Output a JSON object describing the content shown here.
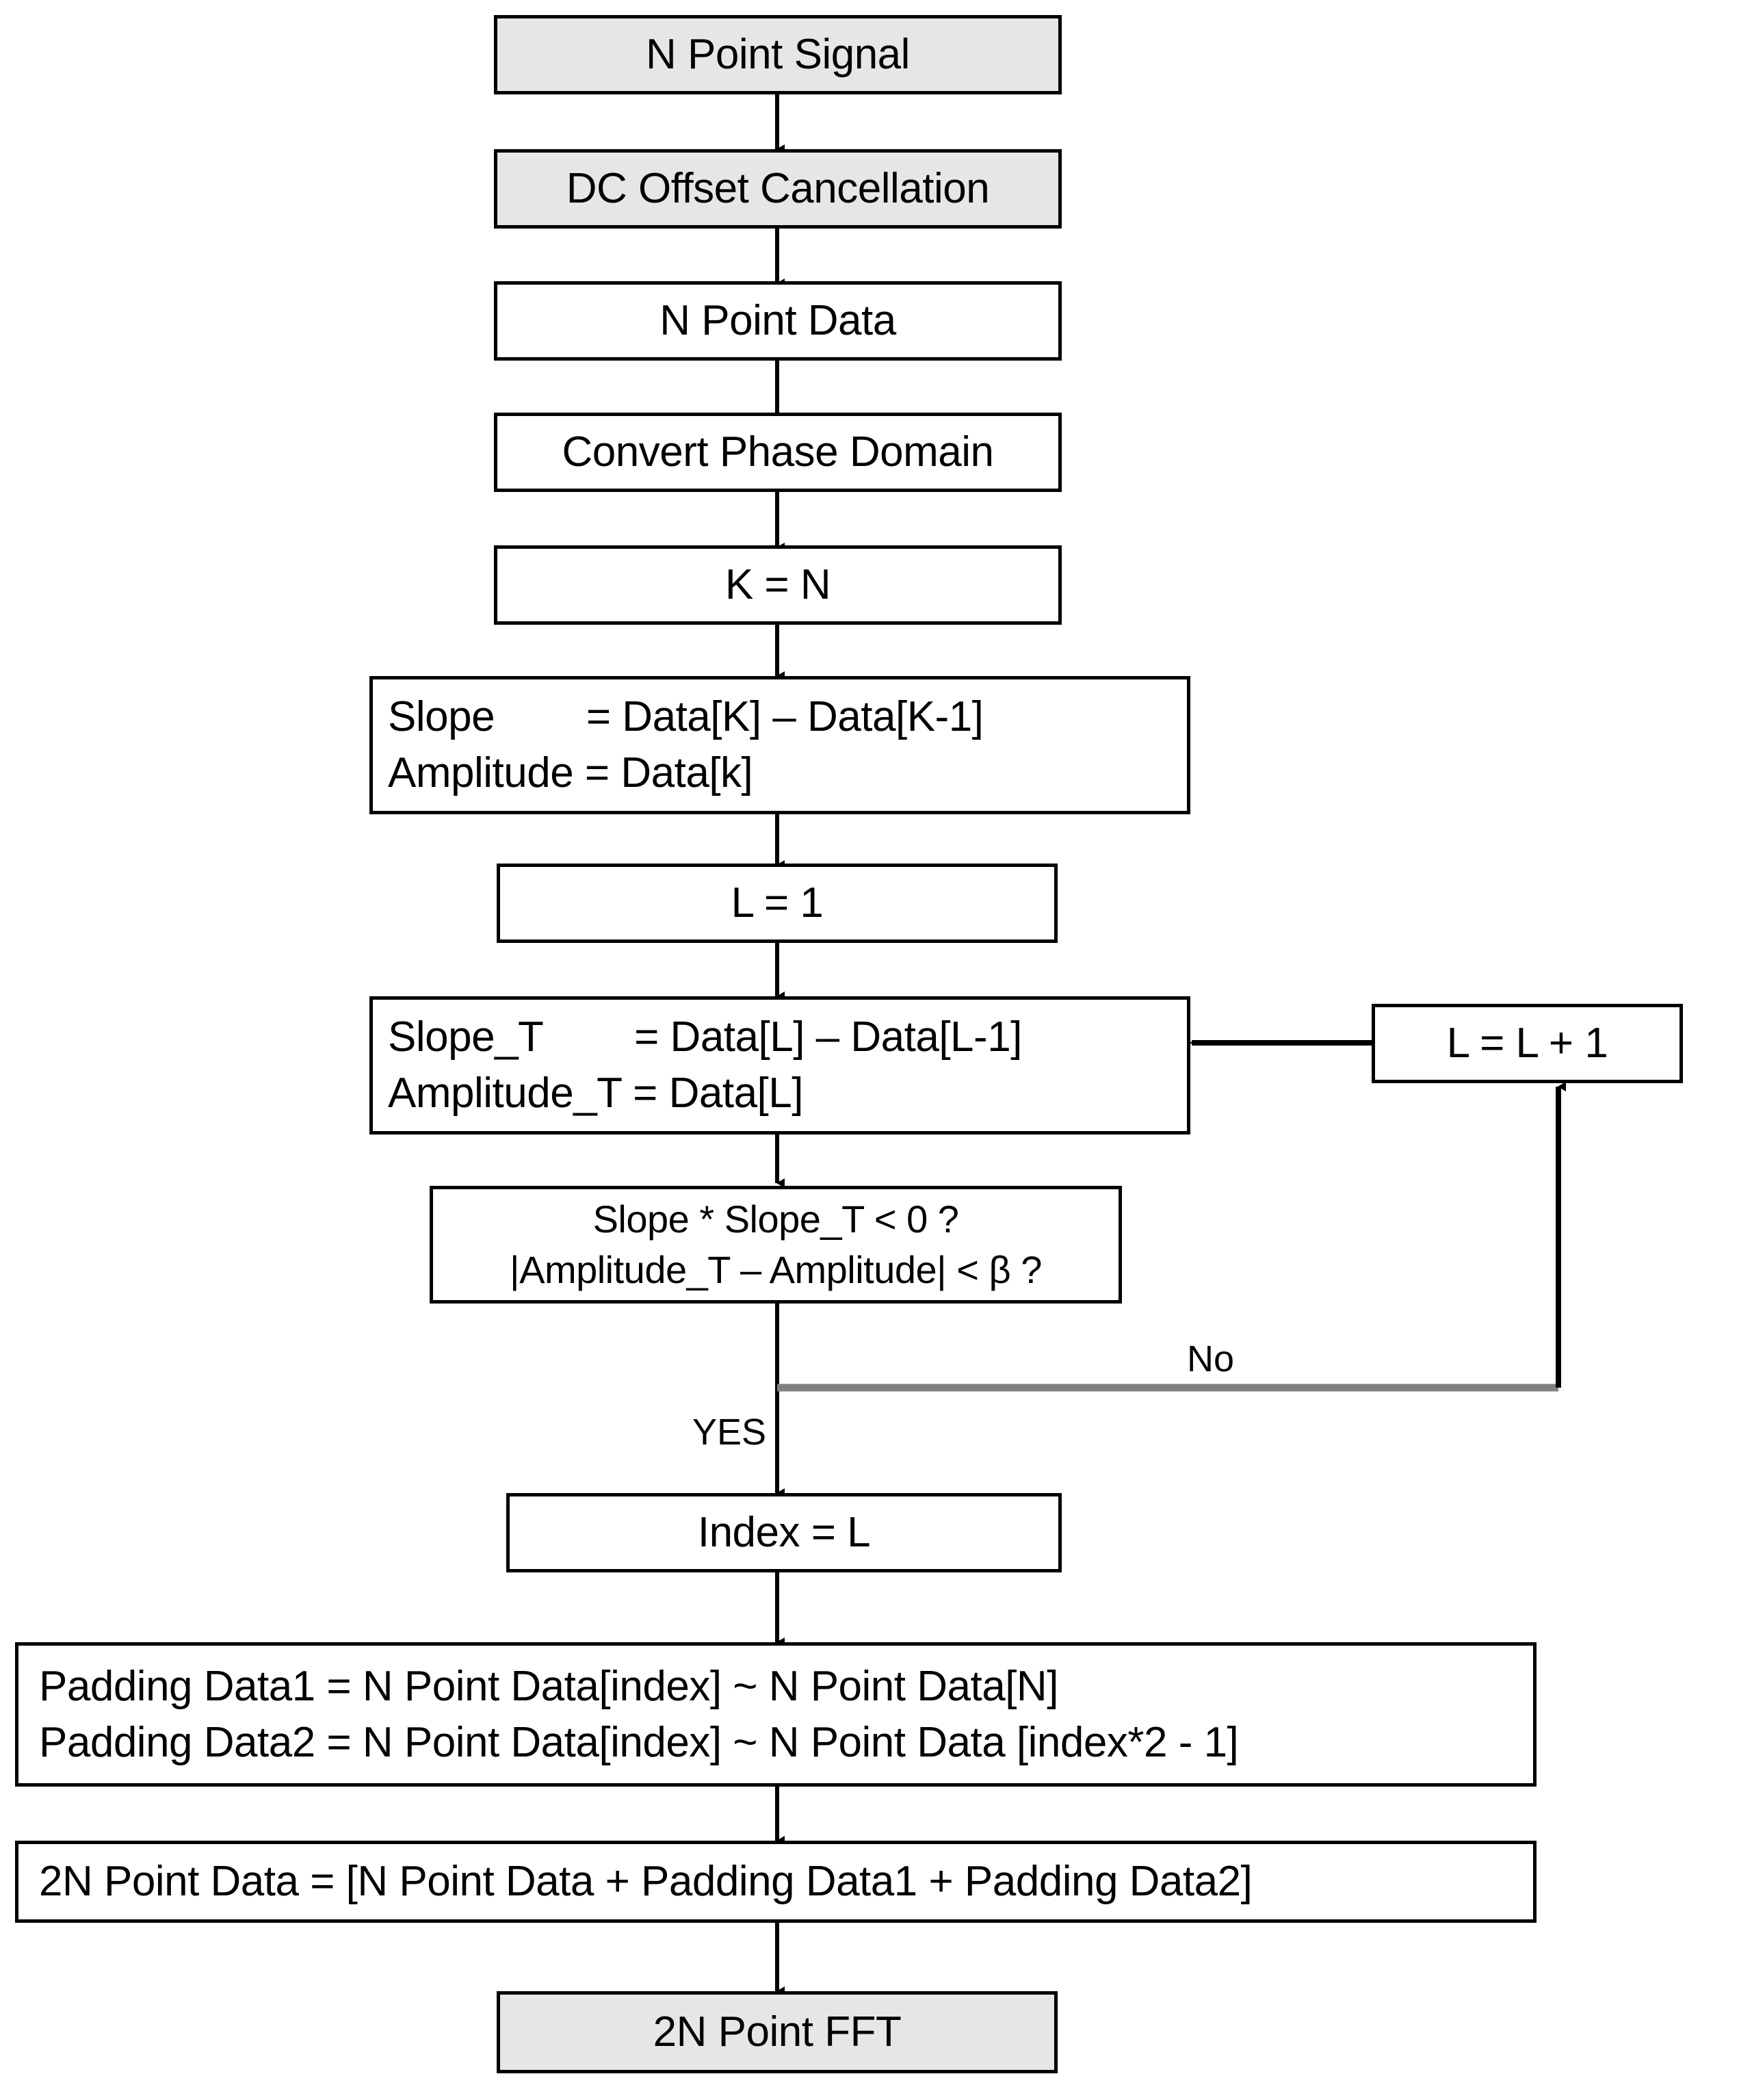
{
  "diagram": {
    "title": "2N Point FFT Padding Flowchart",
    "colors": {
      "shaded_fill": "#e6e6e6",
      "plain_fill": "#ffffff",
      "stroke": "#000000",
      "no_branch_stroke": "#808080"
    },
    "nodes": [
      {
        "id": "n-point-signal",
        "label": "N Point Signal",
        "lines": [
          "N Point Signal"
        ],
        "style": "shaded",
        "align": "center"
      },
      {
        "id": "dc-offset-cancellation",
        "label": "DC Offset Cancellation",
        "lines": [
          "DC Offset Cancellation"
        ],
        "style": "shaded",
        "align": "center"
      },
      {
        "id": "n-point-data",
        "label": "N Point Data",
        "lines": [
          "N Point Data"
        ],
        "style": "plain",
        "align": "center"
      },
      {
        "id": "convert-phase-domain",
        "label": "Convert Phase Domain",
        "lines": [
          "Convert Phase Domain"
        ],
        "style": "plain",
        "align": "center"
      },
      {
        "id": "k-equals-n",
        "label": "K = N",
        "lines": [
          "K = N"
        ],
        "style": "plain",
        "align": "center"
      },
      {
        "id": "slope-amplitude-init",
        "label": "Slope = Data[K] - Data[K-1]; Amplitude = Data[k]",
        "lines": [
          "Slope        = Data[K] – Data[K-1]",
          "Amplitude = Data[k]"
        ],
        "style": "plain",
        "align": "left"
      },
      {
        "id": "l-equals-1",
        "label": "L = 1",
        "lines": [
          "L = 1"
        ],
        "style": "plain",
        "align": "center"
      },
      {
        "id": "slope-t-amplitude-t",
        "label": "Slope_T = Data[L] - Data[L-1]; Amplitude_T = Data[L]",
        "lines": [
          "Slope_T        = Data[L] – Data[L-1]",
          "Amplitude_T = Data[L]"
        ],
        "style": "plain",
        "align": "left"
      },
      {
        "id": "decision-condition",
        "label": "Slope * Slope_T < 0 ? |Amplitude_T - Amplitude| < β ?",
        "lines": [
          "Slope * Slope_T < 0 ?",
          "|Amplitude_T – Amplitude| < β ?"
        ],
        "style": "plain",
        "align": "center"
      },
      {
        "id": "l-increment",
        "label": "L = L + 1",
        "lines": [
          "L = L + 1"
        ],
        "style": "plain",
        "align": "center"
      },
      {
        "id": "index-equals-l",
        "label": "Index = L",
        "lines": [
          "Index = L"
        ],
        "style": "plain",
        "align": "center"
      },
      {
        "id": "padding-data",
        "label": "Padding Data1 / Padding Data2 definition",
        "lines": [
          "Padding Data1 = N Point Data[index] ~ N Point Data[N]",
          "Padding Data2 = N Point Data[index] ~ N Point Data [index*2 - 1]"
        ],
        "style": "plain",
        "align": "left"
      },
      {
        "id": "two-n-point-data",
        "label": "2N Point Data = [N Point Data + Padding Data1 + Padding Data2]",
        "lines": [
          "2N Point Data = [N Point Data + Padding Data1 + Padding Data2]"
        ],
        "style": "plain",
        "align": "left"
      },
      {
        "id": "two-n-point-fft",
        "label": "2N Point FFT",
        "lines": [
          "2N Point FFT"
        ],
        "style": "shaded",
        "align": "center"
      }
    ],
    "edge_labels": [
      {
        "id": "yes-label",
        "text": "YES"
      },
      {
        "id": "no-label",
        "text": "No"
      }
    ]
  }
}
